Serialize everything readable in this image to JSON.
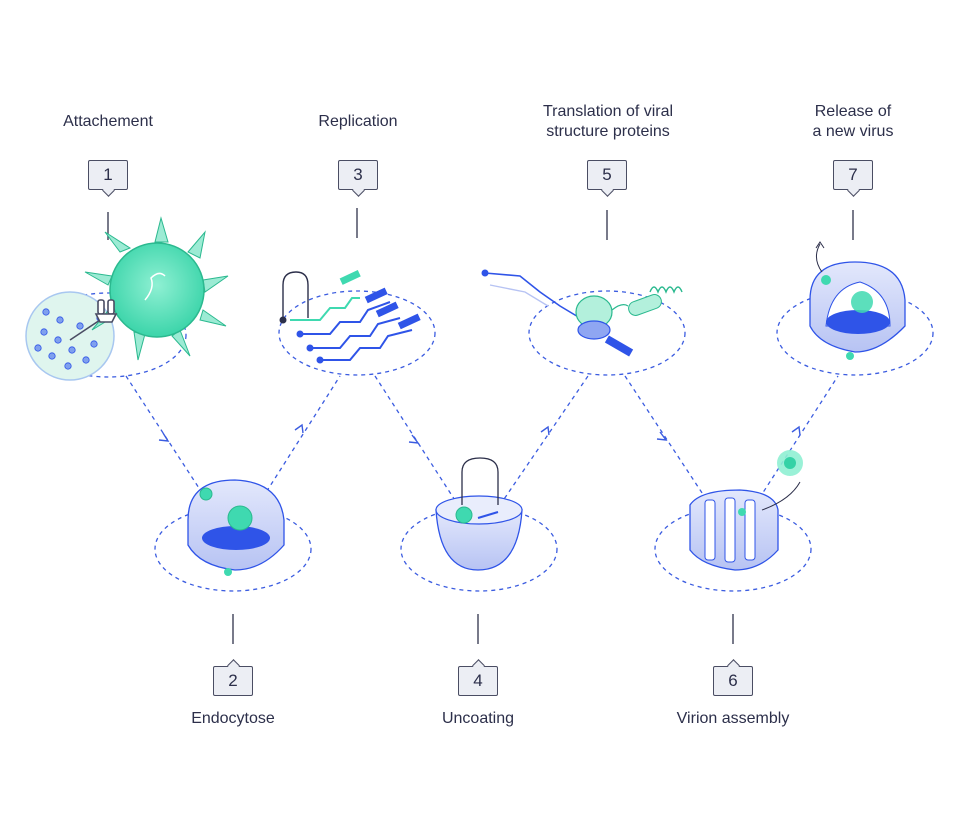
{
  "steps": [
    {
      "number": "1",
      "label": "Attachement"
    },
    {
      "number": "2",
      "label": "Endocytose"
    },
    {
      "number": "3",
      "label": "Replication"
    },
    {
      "number": "4",
      "label": "Uncoating"
    },
    {
      "number": "5",
      "label_line1": "Translation of viral",
      "label_line2": "structure proteins"
    },
    {
      "number": "6",
      "label": "Virion assembly"
    },
    {
      "number": "7",
      "label_line1": "Release of",
      "label_line2": "a new virus"
    }
  ],
  "colors": {
    "virus": "#3fd9b0",
    "virus_dark": "#2bb98f",
    "cell_blue": "#2f54e8",
    "cell_light": "#c6d0f7",
    "dashed": "#3b5ce0",
    "text": "#2c2f4a"
  }
}
